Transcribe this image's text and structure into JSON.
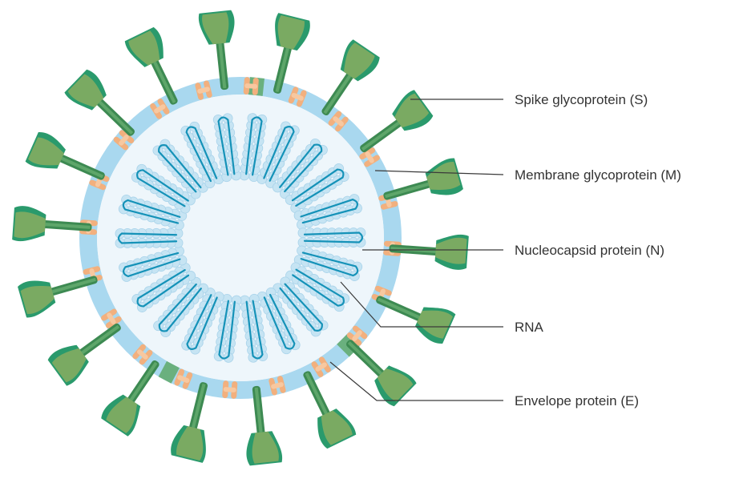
{
  "diagram": {
    "labels": [
      "Spike glycoprotein (S)",
      "Membrane glycoprotein (M)",
      "Nucleocapsid protein (N)",
      "RNA",
      "Envelope protein (E)"
    ]
  },
  "colors": {
    "membrane": "#a9d8ef",
    "interior": "#eef6fb",
    "spike_light": "#7aaa62",
    "spike_dark": "#2a9a6c",
    "membrane_protein": "#f2b07e",
    "envelope_protein": "#6ab07e",
    "nucleocapsid": "#b9ddef",
    "rna": "#1592b8",
    "leader_line": "#3a3a3a",
    "label_text": "#333333"
  }
}
